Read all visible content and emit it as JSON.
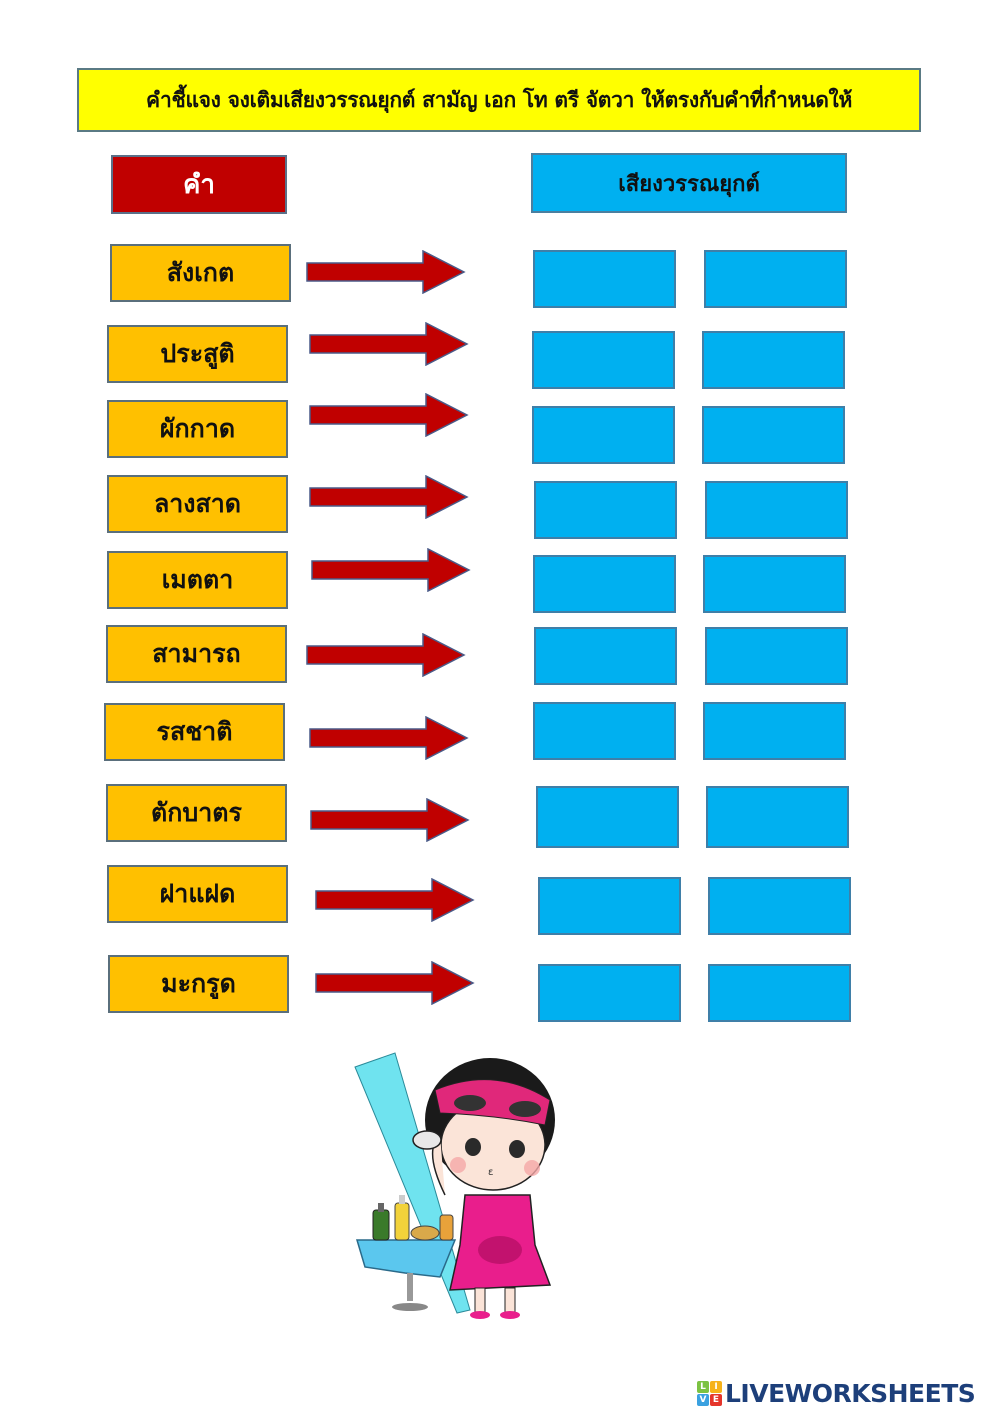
{
  "instructions": "คำชี้แจง  จงเติมเสียงวรรณยุกต์ สามัญ เอก โท ตรี จัตวา ให้ตรงกับคำที่กำหนดให้",
  "headers": {
    "word": "คำ",
    "tone": "เสียงวรรณยุกต์"
  },
  "colors": {
    "instructions_bg": "#ffff00",
    "word_header_bg": "#c00000",
    "word_box_bg": "#ffc000",
    "tone_box_bg": "#00b0f0",
    "arrow": "#c00000",
    "brand": "#1d3f7a"
  },
  "rows": [
    {
      "word": "สังเกต",
      "answers": [
        "",
        ""
      ]
    },
    {
      "word": "ประสูติ",
      "answers": [
        "",
        ""
      ]
    },
    {
      "word": "ผักกาด",
      "answers": [
        "",
        ""
      ]
    },
    {
      "word": "ลางสาด",
      "answers": [
        "",
        ""
      ]
    },
    {
      "word": "เมตตา",
      "answers": [
        "",
        ""
      ]
    },
    {
      "word": "สามารถ",
      "answers": [
        "",
        ""
      ]
    },
    {
      "word": "รสชาติ",
      "answers": [
        "",
        ""
      ]
    },
    {
      "word": "ตักบาตร",
      "answers": [
        "",
        ""
      ]
    },
    {
      "word": "ฝาแฝด",
      "answers": [
        "",
        ""
      ]
    },
    {
      "word": "มะกรูด",
      "answers": [
        "",
        ""
      ]
    }
  ],
  "illustration": "cartoon-girl-with-mask-and-table-icon",
  "brand": {
    "badge": [
      "L",
      "I",
      "V",
      "E"
    ],
    "text": "LIVEWORKSHEETS"
  }
}
